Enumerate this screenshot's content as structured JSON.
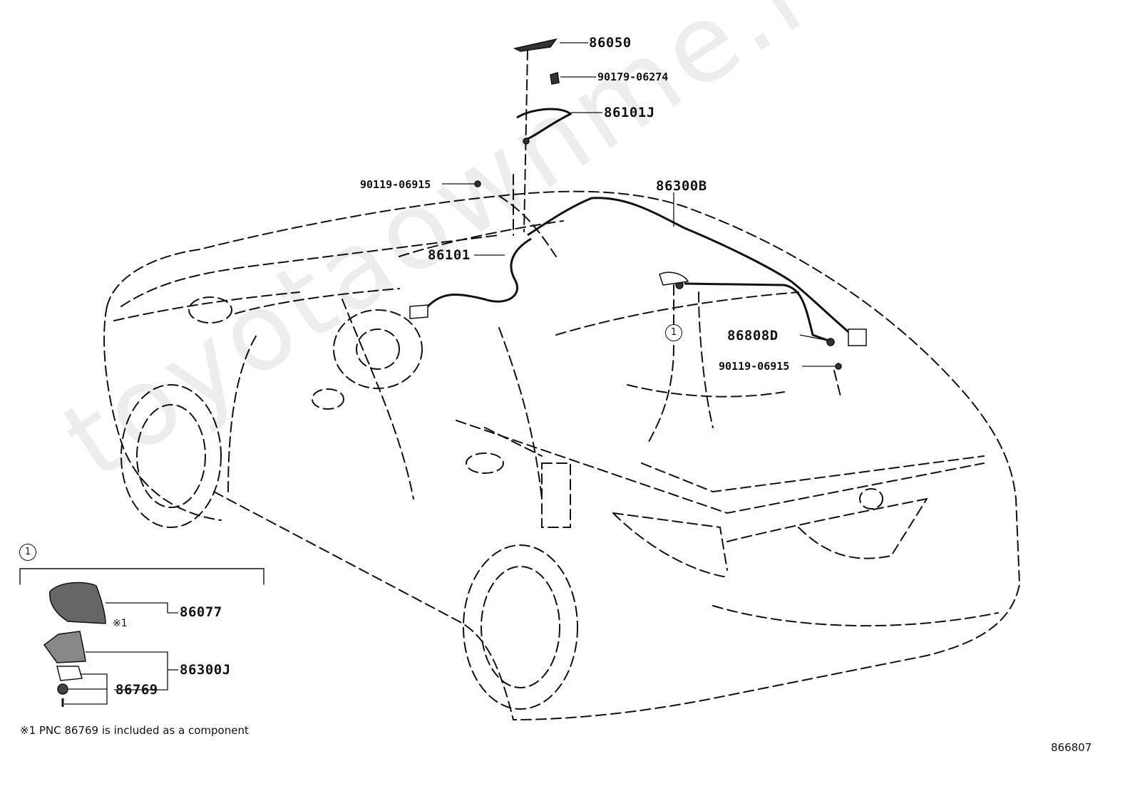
{
  "watermark": "toyotaownme.ru",
  "parts": {
    "p86050": "86050",
    "p90179": "90179-06274",
    "p86101J": "86101J",
    "p90119_left": "90119-06915",
    "p86300B": "86300B",
    "p86101": "86101",
    "p86808D": "86808D",
    "p90119_right": "90119-06915",
    "p86077": "86077",
    "p86300J": "86300J",
    "p86769": "86769"
  },
  "callout": {
    "circle": "1",
    "inset_circle": "1",
    "note_mark": "※1"
  },
  "footnote": "※1 PNC 86769 is included as a component",
  "diagram_id": "866807"
}
